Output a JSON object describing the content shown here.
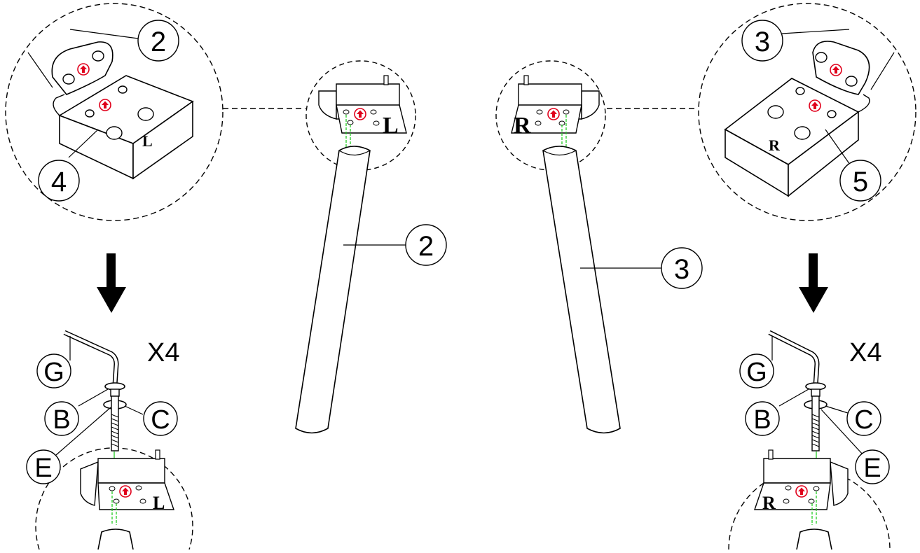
{
  "callouts": {
    "part_2": "2",
    "part_3": "3",
    "part_4": "4",
    "part_5": "5",
    "leg_left": "2",
    "leg_right": "3"
  },
  "side_marks": {
    "left": "L",
    "right": "R"
  },
  "hardware": {
    "g": "G",
    "b": "B",
    "c": "C",
    "e": "E",
    "quantity": "X4"
  },
  "colors": {
    "line": "#000000",
    "arrow_marker": "#e0001b",
    "guide_line": "#22cc22"
  },
  "icons": [
    "down-arrow-icon",
    "allen-key-icon",
    "bolt-icon",
    "washer-icon",
    "direction-arrow-icon"
  ]
}
